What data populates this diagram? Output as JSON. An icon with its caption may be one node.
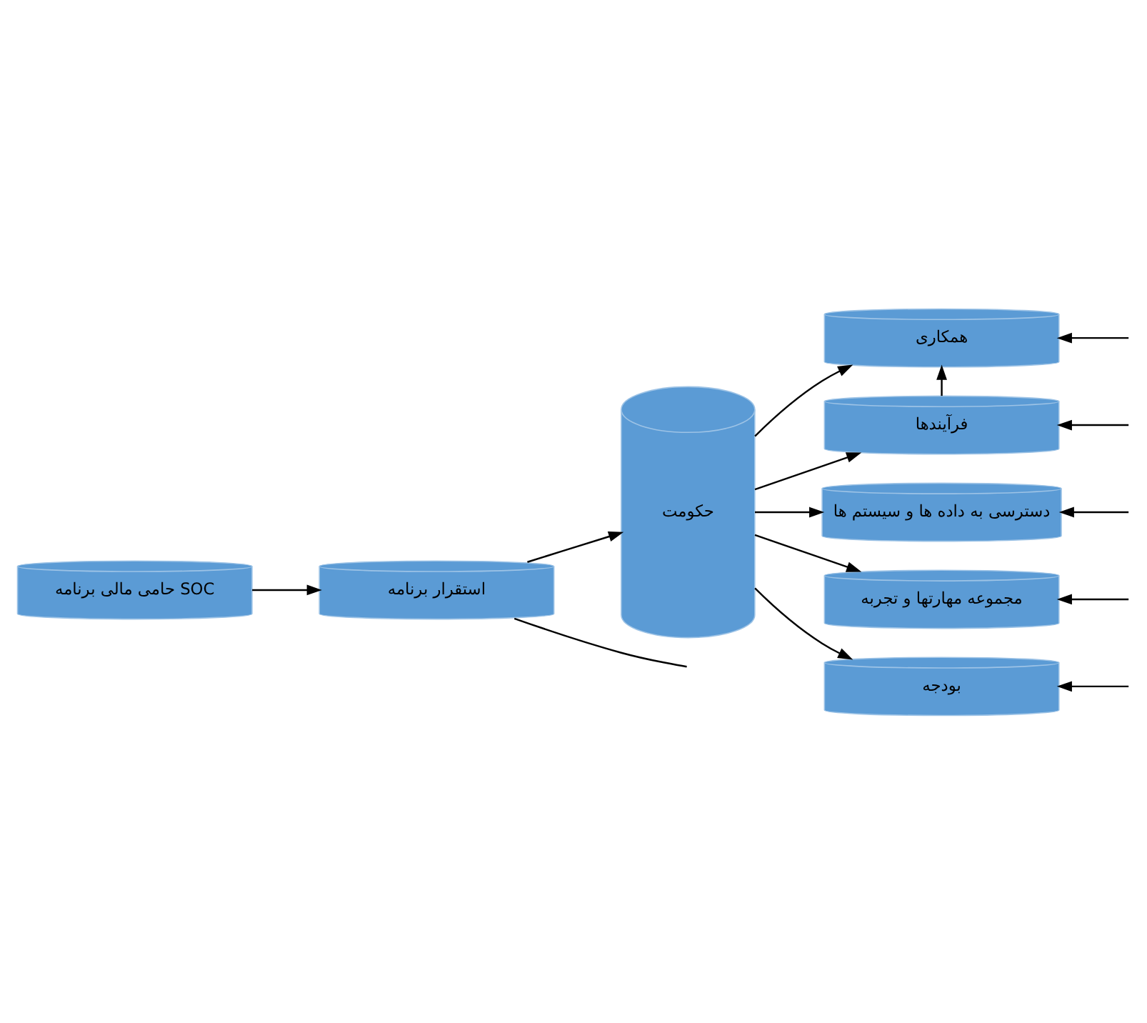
{
  "diagram": {
    "nodes": [
      {
        "text": [
          "حکومت"
        ]
      },
      {
        "text": [
          "همکاری"
        ]
      },
      {
        "text": [
          "فرآیندها"
        ]
      },
      {
        "text": [
          "دسترسی به داده ها و سیستم ها"
        ]
      },
      {
        "text": [
          "مجموعه مهارتها و تجربه"
        ]
      },
      {
        "text": [
          "بودجه"
        ]
      },
      {
        "text": [
          "استقرار برنامه"
        ]
      },
      {
        "text": [
          "حامی مالی برنامه SOC"
        ]
      }
    ],
    "edges": [
      {
        "from": 0,
        "to": 1,
        "arrow": "to"
      },
      {
        "from": 0,
        "to": 2,
        "arrow": "to"
      },
      {
        "from": 0,
        "to": 3,
        "arrow": "to"
      },
      {
        "from": 0,
        "to": 4,
        "arrow": "to"
      },
      {
        "from": 0,
        "to": 5,
        "arrow": "to"
      },
      {
        "from": null,
        "to": 1,
        "arrow": "to"
      },
      {
        "from": null,
        "to": 2,
        "arrow": "to"
      },
      {
        "from": null,
        "to": 3,
        "arrow": "to"
      },
      {
        "from": null,
        "to": 4,
        "arrow": "to"
      },
      {
        "from": null,
        "to": 5,
        "arrow": "to"
      },
      {
        "from": 2,
        "to": 1,
        "arrow": "to"
      },
      {
        "from": 6,
        "to": 0,
        "arrow": "to"
      },
      {
        "from": 7,
        "to": 6,
        "arrow": "to"
      },
      {
        "from": 6,
        "to": null,
        "arrow": "none"
      }
    ]
  }
}
